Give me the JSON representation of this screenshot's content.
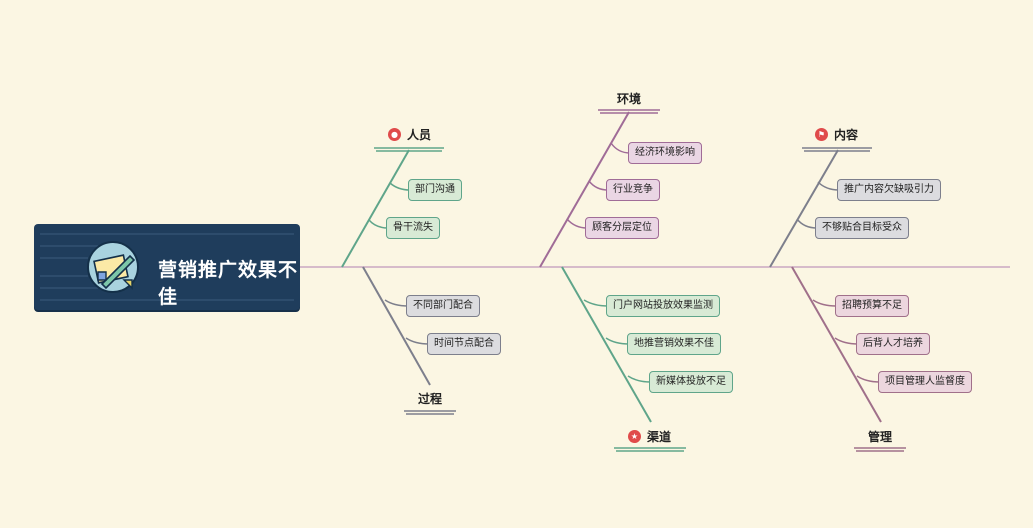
{
  "head": {
    "title": "营销推广效果不佳",
    "emblem_icon": "ruler-pencil-icon"
  },
  "categories": {
    "people": {
      "label": "人员",
      "icon": "person-icon",
      "color": "#5fa58a",
      "items": [
        "部门沟通",
        "骨干流失"
      ]
    },
    "environment": {
      "label": "环境",
      "color": "#a06c97",
      "items": [
        "经济环境影响",
        "行业竞争",
        "顾客分层定位"
      ]
    },
    "content": {
      "label": "内容",
      "icon": "flag-icon",
      "color": "#7d7f8c",
      "items": [
        "推广内容欠缺吸引力",
        "不够贴合目标受众"
      ]
    },
    "process": {
      "label": "过程",
      "color": "#7d7f8c",
      "items": [
        "不同部门配合",
        "时间节点配合"
      ]
    },
    "channel": {
      "label": "渠道",
      "icon": "star-icon",
      "color": "#5fa58a",
      "items": [
        "门户网站投放效果监测",
        "地推营销效果不佳",
        "新媒体投放不足"
      ]
    },
    "management": {
      "label": "管理",
      "color": "#a0708a",
      "items": [
        "招聘预算不足",
        "后背人才培养",
        "项目管理人监督度"
      ]
    }
  },
  "colors": {
    "background": "#fbf6e3",
    "head": "#1f3d5c",
    "spine": "#c9a7c2"
  }
}
